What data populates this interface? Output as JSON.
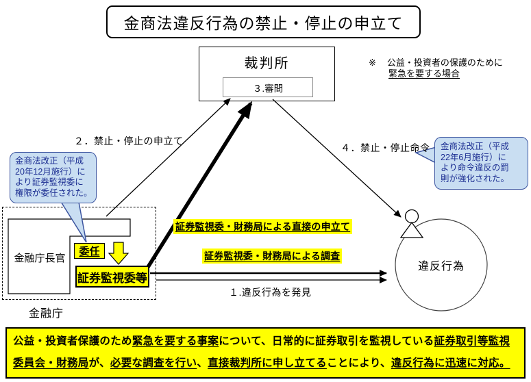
{
  "title": "金商法違反行為の禁止・停止の申立て",
  "court": {
    "name": "裁判所",
    "hearing": "３.審問"
  },
  "note": {
    "marker": "※",
    "line1": "公益・投資者の保護のために",
    "line2": "緊急を要する場合"
  },
  "steps": {
    "step1": "１.違反行為を発見",
    "step2": "２．禁止・停止の申立て",
    "step4": "４．禁止・停止命令"
  },
  "highlights": {
    "direct_petition": "証券監視委・財務局による直接の申立て",
    "investigation": "証券監視委・財務局による調査"
  },
  "callouts": {
    "left": {
      "lines": [
        "金商法改正（平成",
        "20年12月施行）に",
        "より証券監視委に",
        "権限が委任された。"
      ]
    },
    "right": {
      "lines": [
        "金商法改正（平成",
        "22年6月施行）に",
        "より命令違反の罰",
        "則が強化された。"
      ]
    }
  },
  "fsa": {
    "agency": "金融庁",
    "commissioner": "金融庁長官",
    "delegation": "委任",
    "sesc": "証券監視委等"
  },
  "violation": "違反行為",
  "summary": {
    "segments": [
      {
        "t": "公益・投資者保護のため",
        "u": false
      },
      {
        "t": "緊急を要する事案",
        "u": true
      },
      {
        "t": "について、日常的に証券取引を監視している",
        "u": false
      },
      {
        "t": "証券取引等監視委員会・財務局",
        "u": true
      },
      {
        "t": "が、",
        "u": false
      },
      {
        "t": "必要な調査を行い",
        "u": true
      },
      {
        "t": "、",
        "u": false
      },
      {
        "t": "直接裁判所に申し立てる",
        "u": true
      },
      {
        "t": "ことにより、",
        "u": false
      },
      {
        "t": "違反行為に迅速に対応。",
        "u": true
      }
    ]
  },
  "colors": {
    "highlight_yellow": "#ffff00",
    "callout_bg": "#c9def2",
    "callout_border": "#3c55a0",
    "callout_text": "#1b2d91"
  }
}
